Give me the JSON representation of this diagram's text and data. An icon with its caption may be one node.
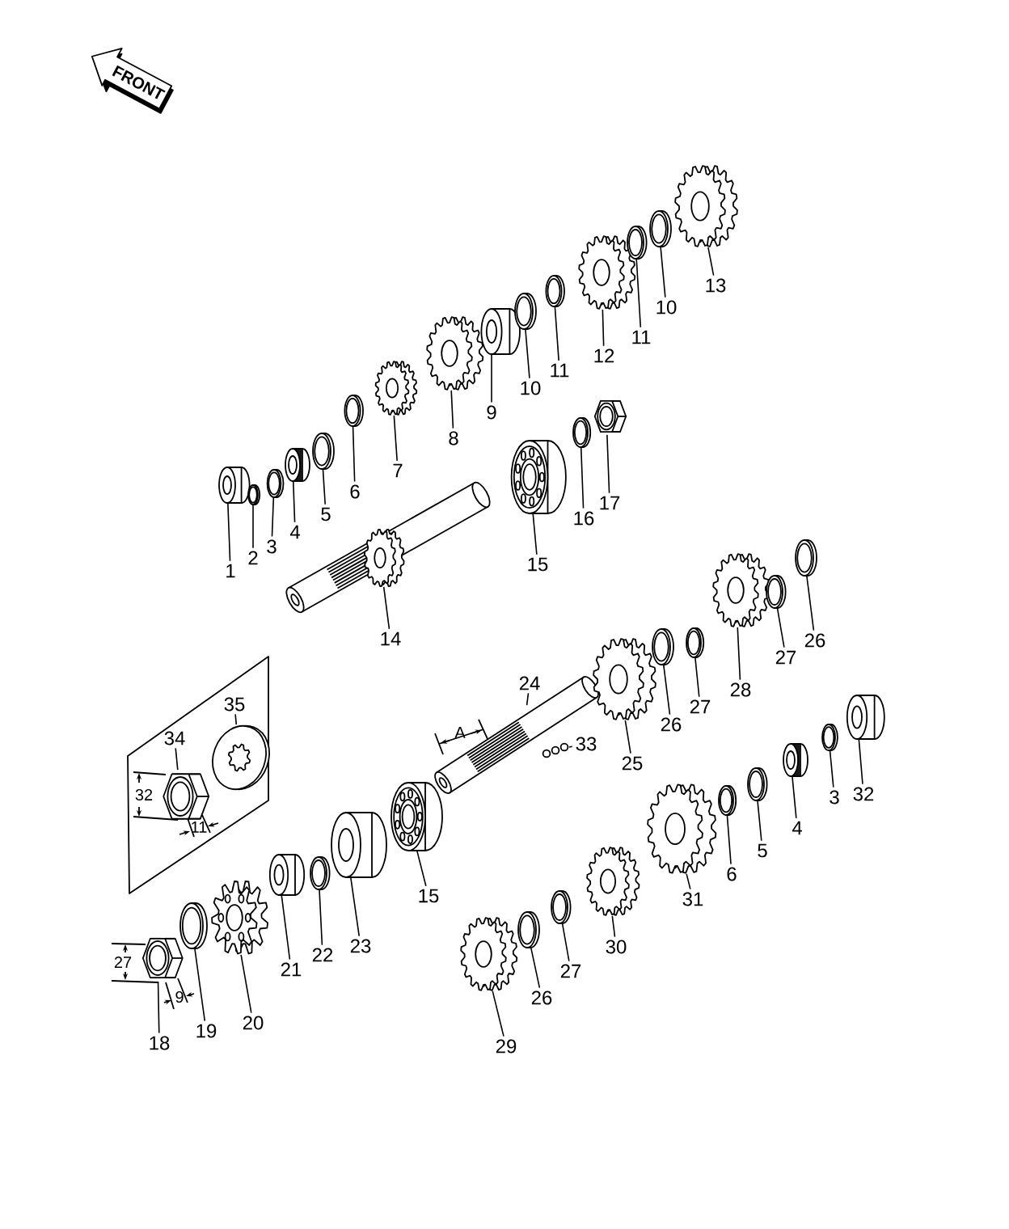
{
  "diagram": {
    "nodes": [
      {
        "text": [
          "1"
        ]
      },
      {
        "text": [],
        "shape": "bushing"
      },
      {
        "text": [
          "2"
        ]
      },
      {
        "text": [],
        "shape": "ring"
      },
      {
        "text": [
          "3"
        ]
      },
      {
        "text": [],
        "shape": "ring"
      },
      {
        "text": [
          "4"
        ]
      },
      {
        "text": [],
        "shape": "needle"
      },
      {
        "text": [
          "5"
        ]
      },
      {
        "text": [],
        "shape": "ring"
      },
      {
        "text": [
          "6"
        ]
      },
      {
        "text": [],
        "shape": "ring"
      },
      {
        "text": [
          "7"
        ]
      },
      {
        "text": [],
        "shape": "gear"
      },
      {
        "text": [
          "8"
        ]
      },
      {
        "text": [],
        "shape": "gear"
      },
      {
        "text": [
          "9"
        ]
      },
      {
        "text": [],
        "shape": "bushing"
      },
      {
        "text": [
          "10"
        ]
      },
      {
        "text": [],
        "shape": "ring"
      },
      {
        "text": [
          "11"
        ]
      },
      {
        "text": [],
        "shape": "ring"
      },
      {
        "text": [
          "12"
        ]
      },
      {
        "text": [],
        "shape": "gear"
      },
      {
        "text": [
          "11"
        ]
      },
      {
        "text": [],
        "shape": "ring"
      },
      {
        "text": [
          "10"
        ]
      },
      {
        "text": [],
        "shape": "ring"
      },
      {
        "text": [
          "13"
        ]
      },
      {
        "text": [],
        "shape": "gear"
      },
      {
        "text": [
          "14"
        ]
      },
      {
        "text": [],
        "shape": "shaft"
      },
      {
        "text": [
          "15"
        ]
      },
      {
        "text": [],
        "shape": "bearing"
      },
      {
        "text": [
          "16"
        ]
      },
      {
        "text": [],
        "shape": "ring"
      },
      {
        "text": [
          "17"
        ]
      },
      {
        "text": [],
        "shape": "nut"
      },
      {
        "text": [
          "24"
        ]
      },
      {
        "text": [],
        "shape": "shaft"
      },
      {
        "text": [
          "25"
        ]
      },
      {
        "text": [],
        "shape": "gear"
      },
      {
        "text": [
          "26"
        ]
      },
      {
        "text": [],
        "shape": "ring"
      },
      {
        "text": [
          "27"
        ]
      },
      {
        "text": [],
        "shape": "ring"
      },
      {
        "text": [
          "28"
        ]
      },
      {
        "text": [],
        "shape": "gear"
      },
      {
        "text": [
          "27"
        ]
      },
      {
        "text": [],
        "shape": "ring"
      },
      {
        "text": [
          "26"
        ]
      },
      {
        "text": [],
        "shape": "ring"
      },
      {
        "text": [
          "33"
        ]
      },
      {
        "text": [],
        "shape": "balls"
      },
      {
        "text": [
          "35"
        ]
      },
      {
        "text": [],
        "shape": "washer"
      },
      {
        "text": [
          "34"
        ]
      },
      {
        "text": [],
        "shape": "nut"
      },
      {
        "text": [
          "15"
        ]
      },
      {
        "text": [],
        "shape": "bearing"
      },
      {
        "text": [
          "32"
        ]
      },
      {
        "text": [],
        "shape": "bushing"
      },
      {
        "text": [
          "3"
        ]
      },
      {
        "text": [],
        "shape": "ring"
      },
      {
        "text": [
          "4"
        ]
      },
      {
        "text": [],
        "shape": "needle"
      },
      {
        "text": [
          "5"
        ]
      },
      {
        "text": [],
        "shape": "ring"
      },
      {
        "text": [
          "6"
        ]
      },
      {
        "text": [],
        "shape": "ring"
      },
      {
        "text": [
          "31"
        ]
      },
      {
        "text": [],
        "shape": "gear"
      },
      {
        "text": [
          "23"
        ]
      },
      {
        "text": [],
        "shape": "bushing"
      },
      {
        "text": [
          "22"
        ]
      },
      {
        "text": [],
        "shape": "ring"
      },
      {
        "text": [
          "21"
        ]
      },
      {
        "text": [],
        "shape": "bushing"
      },
      {
        "text": [
          "20"
        ]
      },
      {
        "text": [],
        "shape": "sprocket"
      },
      {
        "text": [
          "19"
        ]
      },
      {
        "text": [],
        "shape": "ring"
      },
      {
        "text": [
          "18"
        ]
      },
      {
        "text": [],
        "shape": "nut"
      },
      {
        "text": [
          "30"
        ]
      },
      {
        "text": [],
        "shape": "gear"
      },
      {
        "text": [
          "27"
        ]
      },
      {
        "text": [],
        "shape": "ring"
      },
      {
        "text": [
          "26"
        ]
      },
      {
        "text": [],
        "shape": "ring"
      },
      {
        "text": [
          "29"
        ]
      },
      {
        "text": [],
        "shape": "gear"
      }
    ],
    "edges": [
      {
        "from": 0,
        "to": 1,
        "arrow": "none"
      },
      {
        "from": 2,
        "to": 3,
        "arrow": "none"
      },
      {
        "from": 4,
        "to": 5,
        "arrow": "none"
      },
      {
        "from": 6,
        "to": 7,
        "arrow": "none"
      },
      {
        "from": 8,
        "to": 9,
        "arrow": "none"
      },
      {
        "from": 10,
        "to": 11,
        "arrow": "none"
      },
      {
        "from": 12,
        "to": 13,
        "arrow": "none"
      },
      {
        "from": 14,
        "to": 15,
        "arrow": "none"
      },
      {
        "from": 16,
        "to": 17,
        "arrow": "none"
      },
      {
        "from": 18,
        "to": 19,
        "arrow": "none"
      },
      {
        "from": 20,
        "to": 21,
        "arrow": "none"
      },
      {
        "from": 22,
        "to": 23,
        "arrow": "none"
      },
      {
        "from": 24,
        "to": 25,
        "arrow": "none"
      },
      {
        "from": 26,
        "to": 27,
        "arrow": "none"
      },
      {
        "from": 28,
        "to": 29,
        "arrow": "none"
      },
      {
        "from": 30,
        "to": 31,
        "arrow": "none"
      },
      {
        "from": 32,
        "to": 33,
        "arrow": "none"
      },
      {
        "from": 34,
        "to": 35,
        "arrow": "none"
      },
      {
        "from": 36,
        "to": 37,
        "arrow": "none"
      },
      {
        "from": 38,
        "to": 39,
        "arrow": "none"
      },
      {
        "from": 40,
        "to": 41,
        "arrow": "none"
      },
      {
        "from": 42,
        "to": 43,
        "arrow": "none"
      },
      {
        "from": 44,
        "to": 45,
        "arrow": "none"
      },
      {
        "from": 46,
        "to": 47,
        "arrow": "none"
      },
      {
        "from": 48,
        "to": 49,
        "arrow": "none"
      },
      {
        "from": 50,
        "to": 51,
        "arrow": "none"
      },
      {
        "from": 52,
        "to": 53,
        "arrow": "none"
      },
      {
        "from": 54,
        "to": 55,
        "arrow": "none"
      },
      {
        "from": 56,
        "to": 57,
        "arrow": "none"
      },
      {
        "from": 58,
        "to": 59,
        "arrow": "none"
      },
      {
        "from": 60,
        "to": 61,
        "arrow": "none"
      },
      {
        "from": 62,
        "to": 63,
        "arrow": "none"
      },
      {
        "from": 64,
        "to": 65,
        "arrow": "none"
      },
      {
        "from": 66,
        "to": 67,
        "arrow": "none"
      },
      {
        "from": 68,
        "to": 69,
        "arrow": "none"
      },
      {
        "from": 70,
        "to": 71,
        "arrow": "none"
      },
      {
        "from": 72,
        "to": 73,
        "arrow": "none"
      },
      {
        "from": 74,
        "to": 75,
        "arrow": "none"
      },
      {
        "from": 76,
        "to": 77,
        "arrow": "none"
      },
      {
        "from": 78,
        "to": 79,
        "arrow": "none"
      },
      {
        "from": 80,
        "to": 81,
        "arrow": "none"
      },
      {
        "from": 82,
        "to": 83,
        "arrow": "none"
      },
      {
        "from": 84,
        "to": 85,
        "arrow": "none"
      },
      {
        "from": 86,
        "to": 87,
        "arrow": "none"
      },
      {
        "from": 88,
        "to": 89,
        "arrow": "none"
      },
      {
        "from": 90,
        "to": 91,
        "arrow": "none"
      }
    ],
    "labels": [
      "FRONT",
      "A",
      "32",
      "11",
      "27",
      "9"
    ]
  }
}
